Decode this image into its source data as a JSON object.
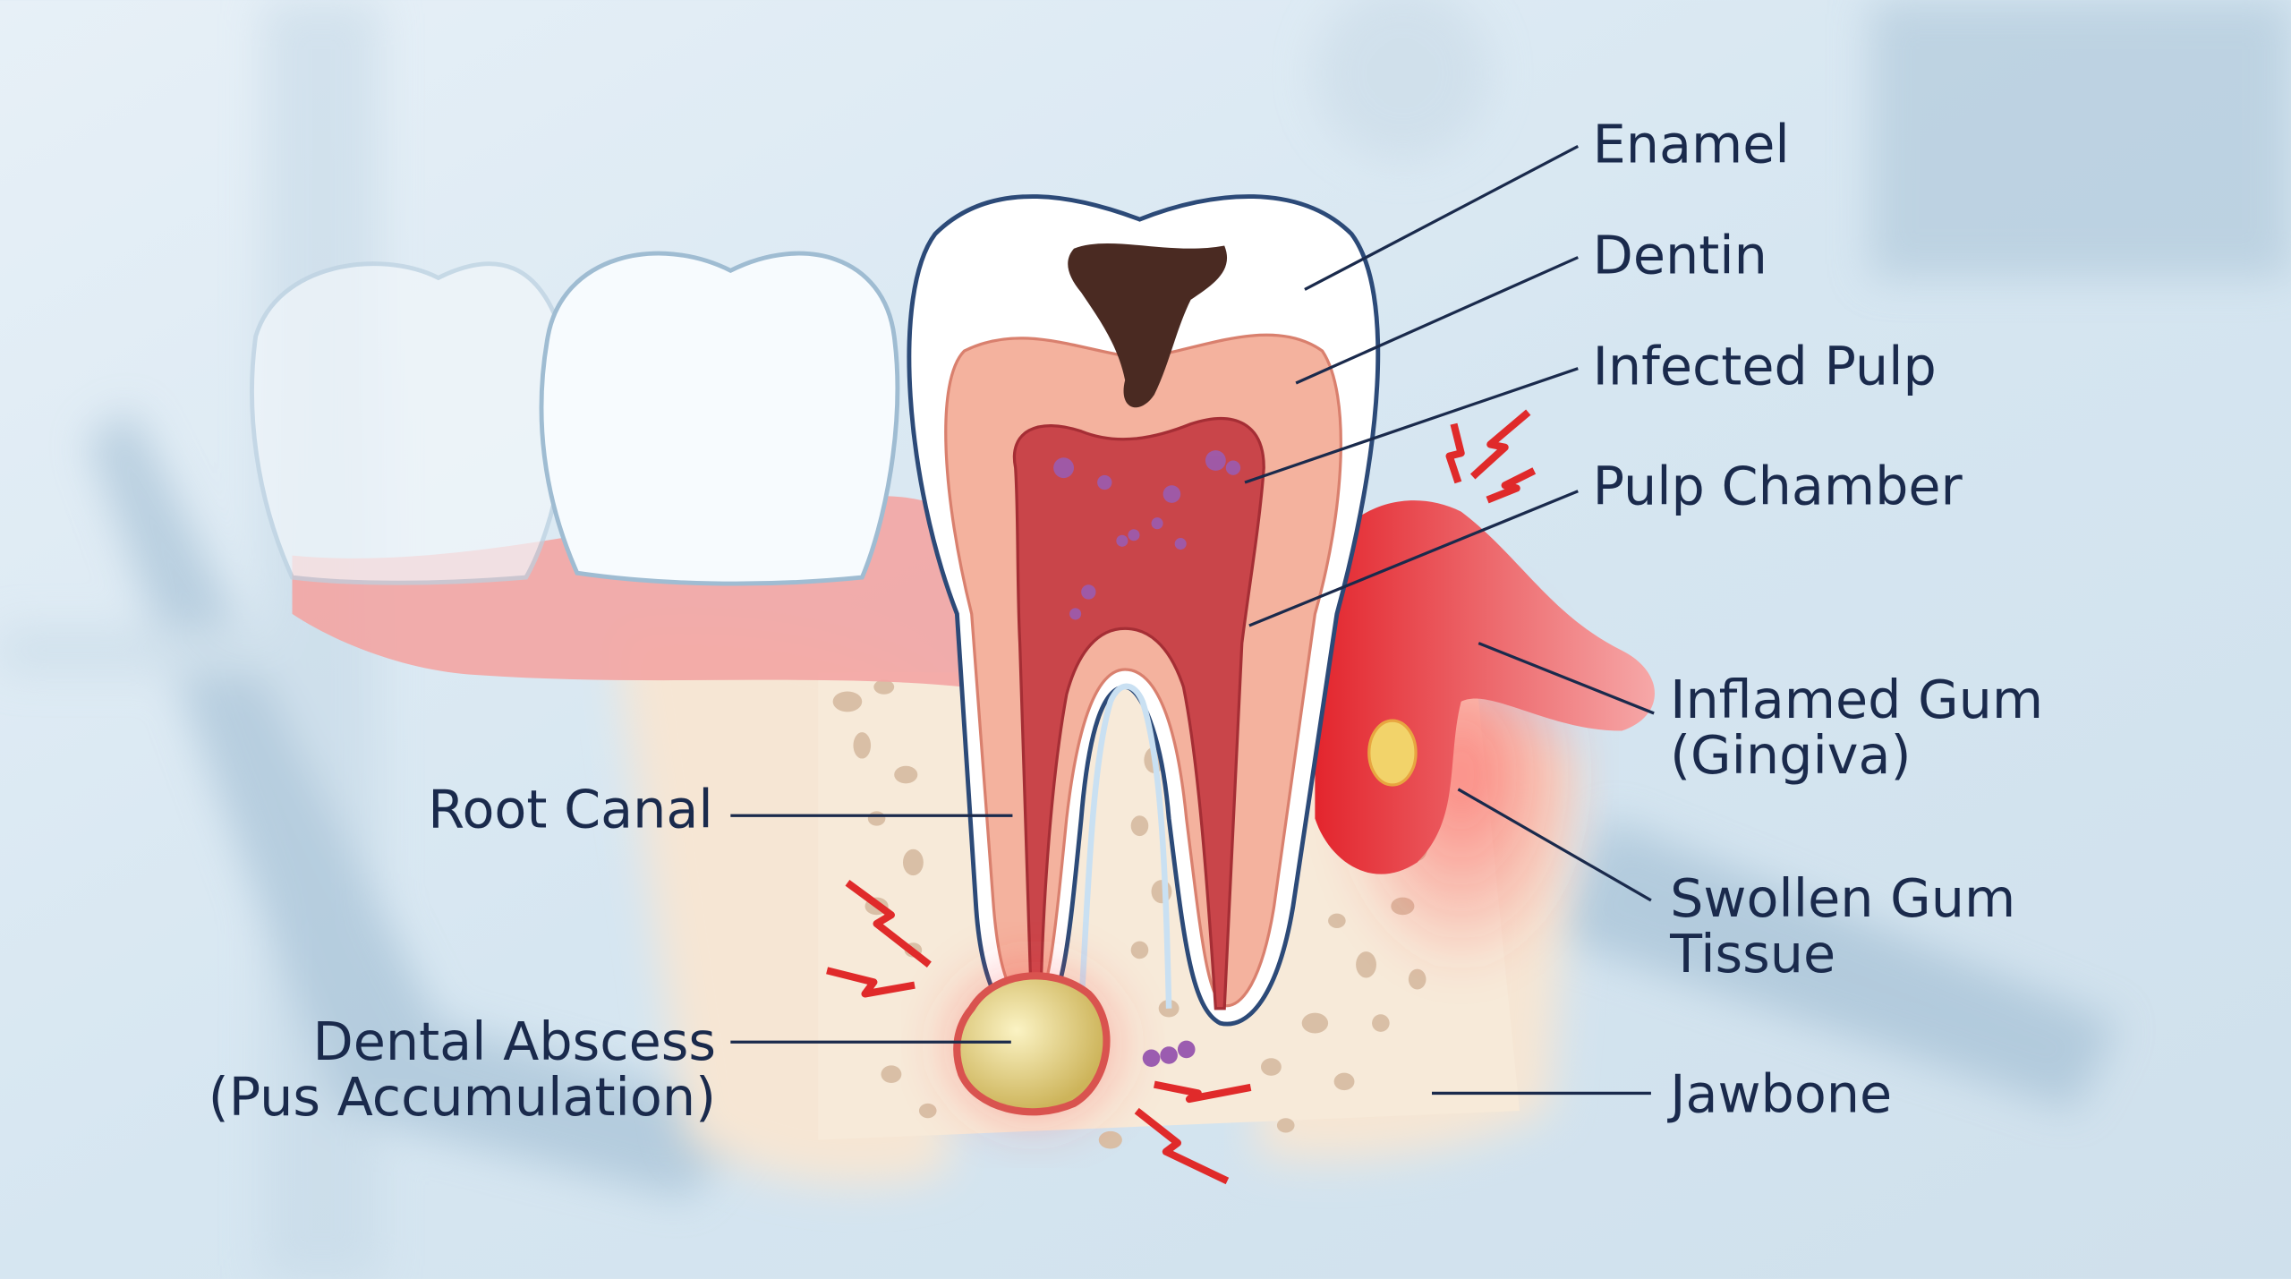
{
  "labels": {
    "enamel": "Enamel",
    "dentin": "Dentin",
    "infected_pulp": "Infected Pulp",
    "pulp_chamber": "Pulp Chamber",
    "inflamed_gum_1": "Inflamed Gum",
    "inflamed_gum_2": "(Gingiva)",
    "swollen_gum_1": "Swollen Gum",
    "swollen_gum_2": "Tissue",
    "jawbone": "Jawbone",
    "root_canal": "Root Canal",
    "abscess_1": "Dental Abscess",
    "abscess_2": "(Pus Accumulation)"
  },
  "colors": {
    "label": "#1a2a4c",
    "enamel": "#ffffff",
    "dentin": "#f4b4a0",
    "pulp": "#c9454a",
    "gum": "#f19a9a",
    "inflamed": "#e8383c",
    "bone": "#f6e8d8",
    "pus": "#e6d68a",
    "cavity": "#4a2a22"
  }
}
